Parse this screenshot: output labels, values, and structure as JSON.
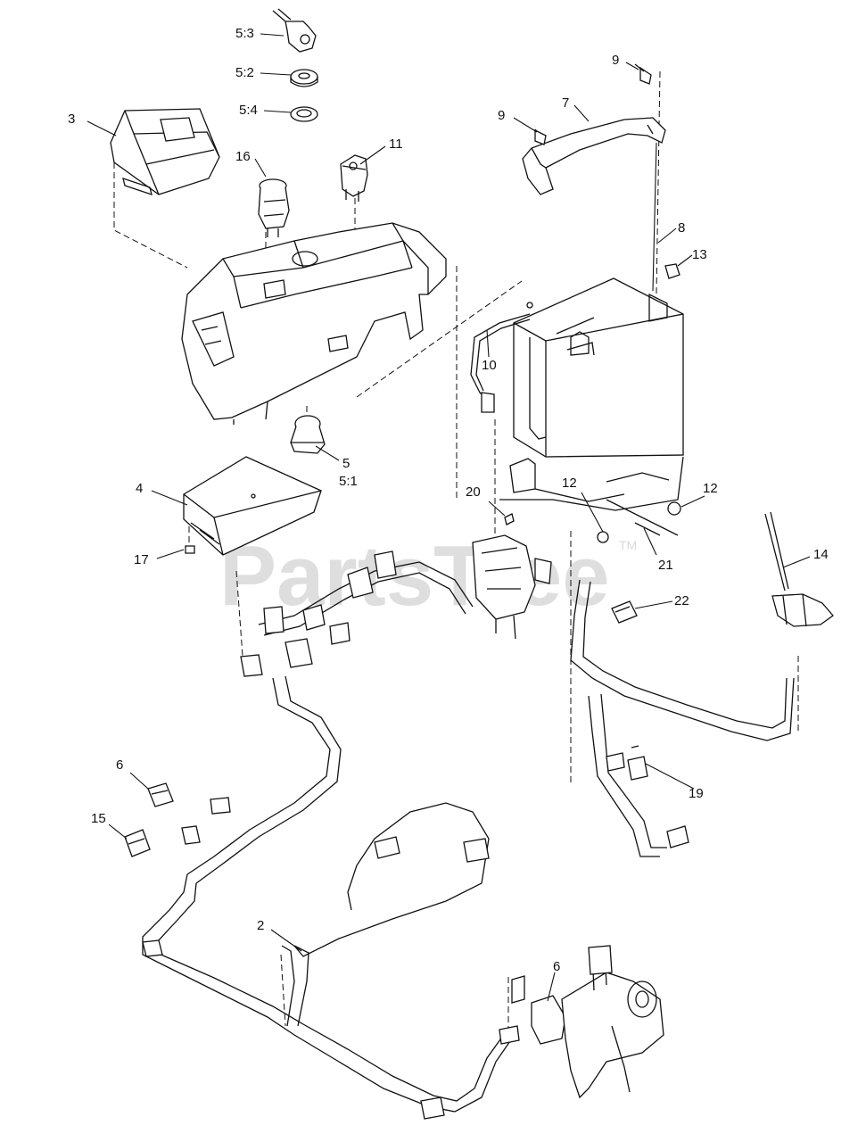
{
  "watermark": {
    "text": "PartsTree",
    "mark": "TM"
  },
  "callouts": {
    "c5_3": "5:3",
    "c5_2": "5:2",
    "c5_4": "5:4",
    "c3": "3",
    "c16": "16",
    "c11": "11",
    "c9a": "9",
    "c9b": "9",
    "c7": "7",
    "c8": "8",
    "c13": "13",
    "c10": "10",
    "c5": "5",
    "c5_1": "5:1",
    "c4": "4",
    "c17": "17",
    "c20": "20",
    "c12a": "12",
    "c12b": "12",
    "c21": "21",
    "c14": "14",
    "c22": "22",
    "c19": "19",
    "c6a": "6",
    "c15": "15",
    "c2": "2",
    "c6b": "6"
  }
}
